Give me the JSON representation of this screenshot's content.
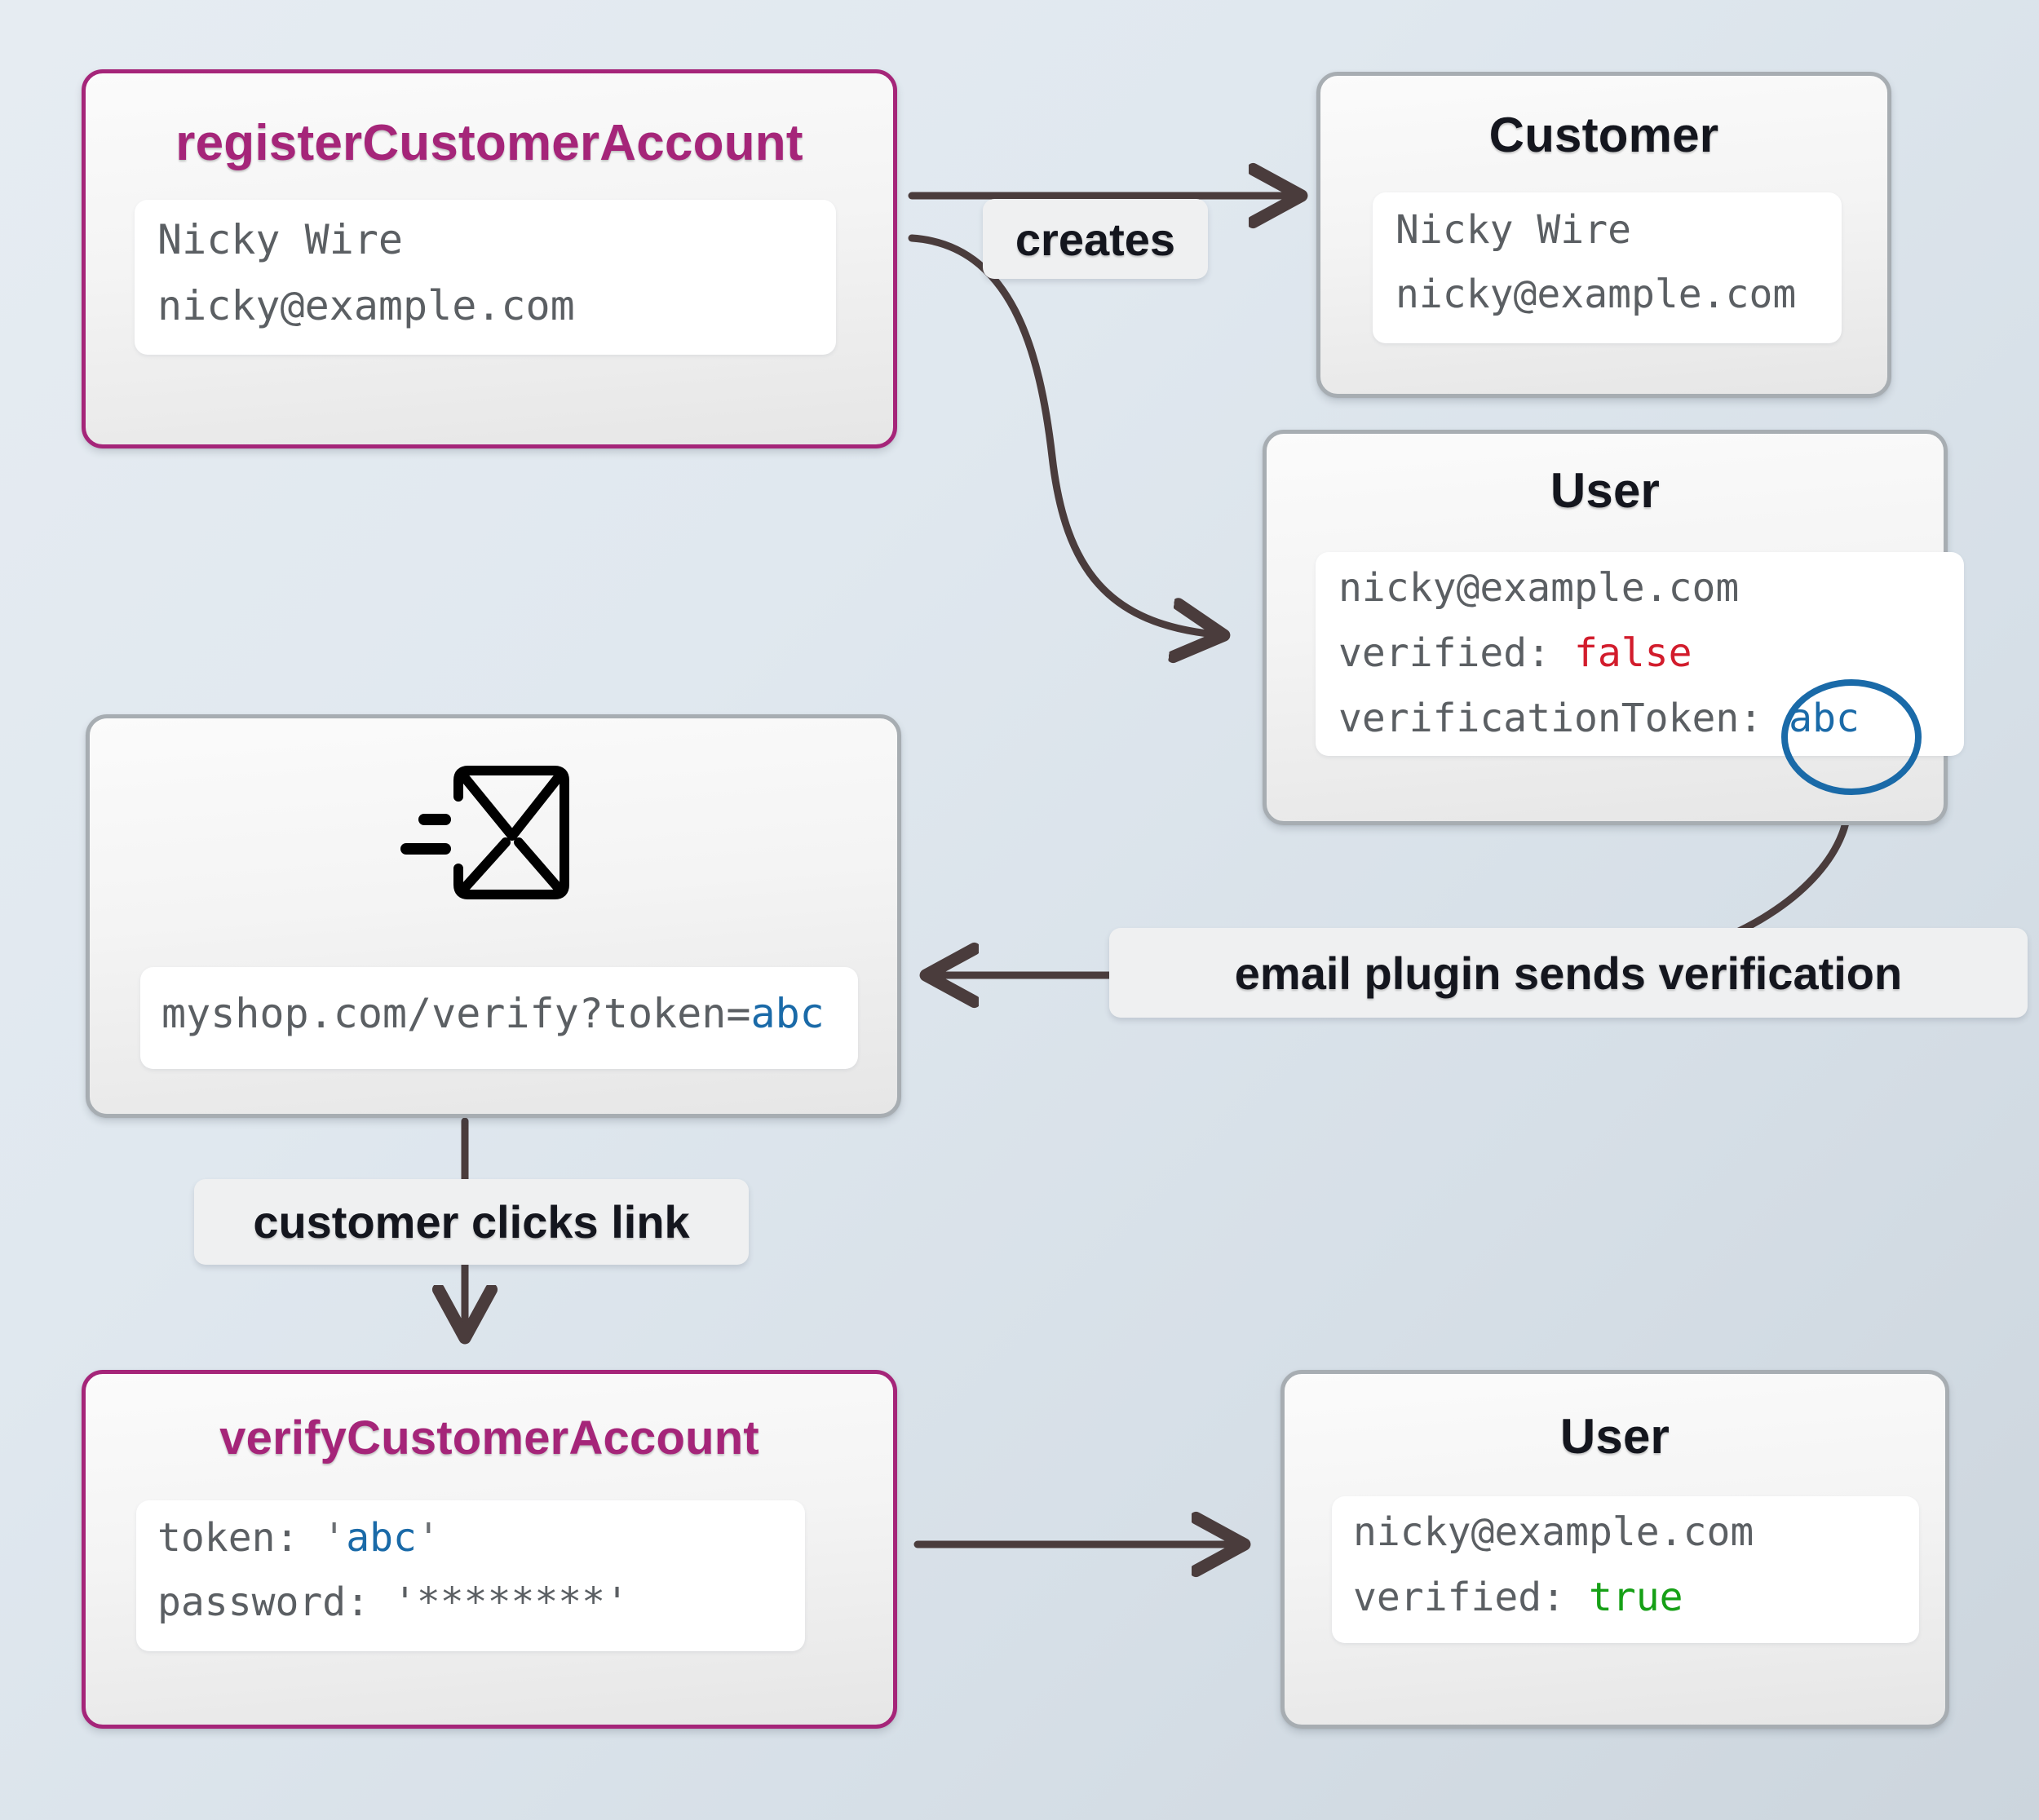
{
  "diagram": {
    "title": "customer account registration and email verification flow",
    "accent_magenta": "#a52579",
    "accent_blue": "#1a6aa8",
    "false_color": "#d21c2c",
    "true_color": "#16a016",
    "edge_color": "#4a3c3c"
  },
  "nodes": {
    "register": {
      "title": "registerCustomerAccount",
      "lines": [
        "Nicky Wire",
        "nicky@example.com"
      ]
    },
    "customer": {
      "title": "Customer",
      "lines": [
        "Nicky Wire",
        "nicky@example.com"
      ]
    },
    "user_unverified": {
      "title": "User",
      "email": "nicky@example.com",
      "verified_label": "verified: ",
      "verified_value": "false",
      "token_label": "verificationToken:",
      "token_value": "abc"
    },
    "email": {
      "icon": "send-email-icon",
      "url_prefix": "myshop.com/verify?token=",
      "url_token": "abc"
    },
    "verify": {
      "title": "verifyCustomerAccount",
      "token_label": "token: ",
      "token_quote_open": "'",
      "token_value": "abc",
      "token_quote_close": "'",
      "password_label": "password: ",
      "password_value": "'********'"
    },
    "user_verified": {
      "title": "User",
      "email": "nicky@example.com",
      "verified_label": "verified: ",
      "verified_value": "true"
    }
  },
  "edges": [
    {
      "id": "creates",
      "label": "creates"
    },
    {
      "id": "email-plugin",
      "label": "email plugin sends verification"
    },
    {
      "id": "clicks-link",
      "label": "customer clicks link"
    },
    {
      "id": "verify-to-user",
      "label": ""
    }
  ]
}
